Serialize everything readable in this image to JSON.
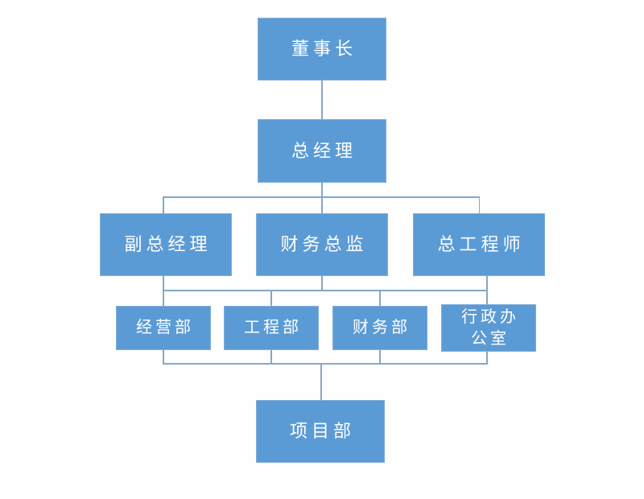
{
  "org_chart": {
    "title": "",
    "nodes": [
      {
        "id": "chairman",
        "label": "董事长",
        "level": 1
      },
      {
        "id": "general-manager",
        "label": "总经理",
        "level": 2
      },
      {
        "id": "deputy-general-manager",
        "label": "副总经理",
        "level": 3
      },
      {
        "id": "finance-director",
        "label": "财务总监",
        "level": 3
      },
      {
        "id": "chief-engineer",
        "label": "总工程师",
        "level": 3
      },
      {
        "id": "business-dept",
        "label": "经营部",
        "level": 4
      },
      {
        "id": "engineering-dept",
        "label": "工程部",
        "level": 4
      },
      {
        "id": "finance-dept",
        "label": "财务部",
        "level": 4
      },
      {
        "id": "admin-office",
        "label": "行政办\n公室",
        "level": 4
      },
      {
        "id": "project-dept",
        "label": "项目部",
        "level": 5
      }
    ],
    "connections": [
      {
        "from": [
          "董事长"
        ],
        "to": [
          "总经理"
        ]
      },
      {
        "from": [
          "总经理"
        ],
        "to": [
          "副总经理",
          "财务总监",
          "总工程师"
        ]
      },
      {
        "from": [
          "副总经理",
          "财务总监",
          "总工程师"
        ],
        "to": [
          "经营部",
          "工程部",
          "财务部",
          "行政办公室"
        ]
      },
      {
        "from": [
          "经营部",
          "工程部",
          "财务部",
          "行政办公室"
        ],
        "to": [
          "项目部"
        ]
      }
    ],
    "colors": {
      "box_fill": "#5b9bd5",
      "box_border": "#7fadd9",
      "box_text": "#ffffff",
      "connector": "#85a8c4",
      "background": "#fefefe"
    }
  }
}
